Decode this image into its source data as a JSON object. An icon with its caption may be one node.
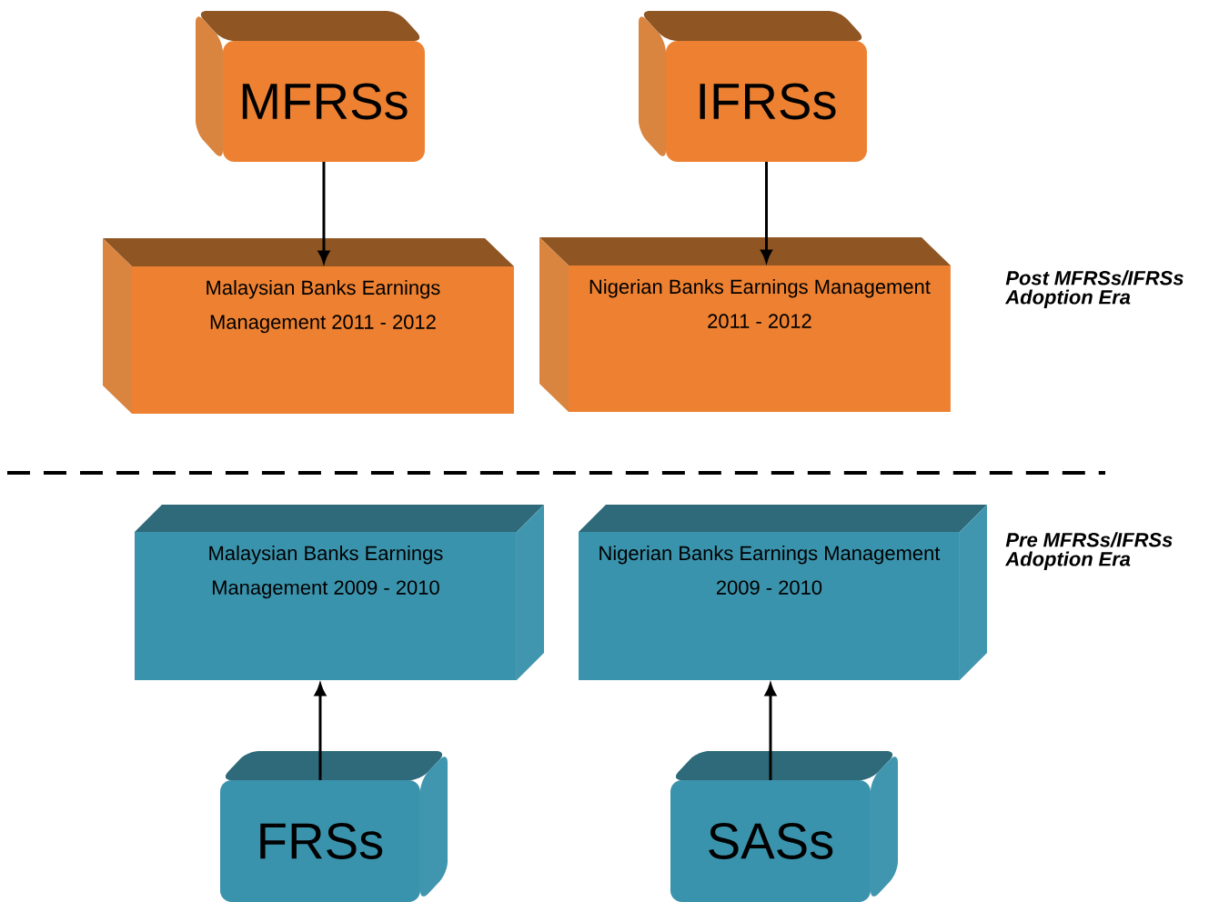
{
  "diagram": {
    "nodes": [
      {
        "text": [
          "MFRSs"
        ]
      },
      {
        "text": [
          "IFRSs"
        ]
      },
      {
        "text": [
          "Malaysian Banks Earnings Management 2011 - 2012"
        ]
      },
      {
        "text": [
          "Nigerian Banks Earnings Management 2011 - 2012"
        ]
      },
      {
        "text": [
          "Malaysian Banks Earnings Management 2009 - 2010"
        ]
      },
      {
        "text": [
          "Nigerian Banks Earnings Management 2009 - 2010"
        ]
      },
      {
        "text": [
          "FRSs"
        ]
      },
      {
        "text": [
          "SASs"
        ]
      }
    ],
    "edges": [
      {
        "from": 0,
        "to": 2,
        "arrow": "to"
      },
      {
        "from": 1,
        "to": 3,
        "arrow": "to"
      },
      {
        "from": 6,
        "to": 4,
        "arrow": "to"
      },
      {
        "from": 7,
        "to": 5,
        "arrow": "to"
      }
    ],
    "labels": [
      "Post MFRSs/IFRSs Adoption Era",
      "Pre MFRSs/IFRSs Adoption Era"
    ]
  }
}
